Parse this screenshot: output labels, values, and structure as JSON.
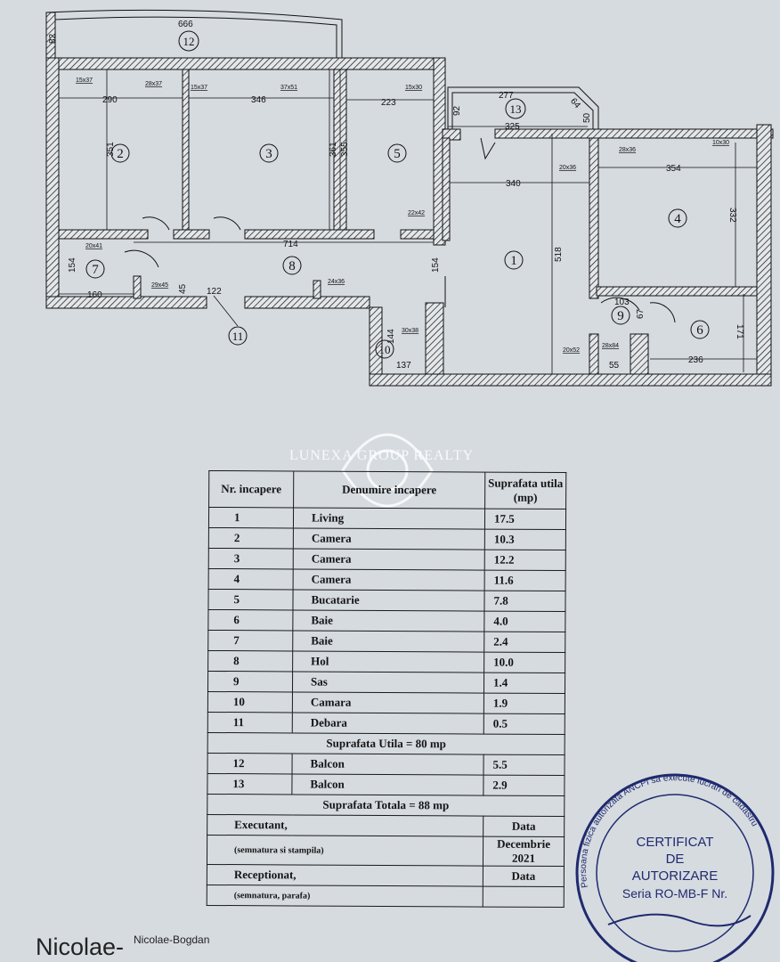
{
  "plan": {
    "rooms": [
      "1",
      "2",
      "3",
      "4",
      "5",
      "6",
      "7",
      "8",
      "9",
      "10",
      "11",
      "12",
      "13"
    ],
    "dimensions": {
      "balcony12_width": "666",
      "balcony12_depth": "82",
      "room2_width": "290",
      "room2_height": "351",
      "room3_width": "346",
      "room3_height": "361",
      "room5_width": "223",
      "room5_height": "355",
      "hall_width": "714",
      "hall_height_left": "154",
      "hall_height_right": "154",
      "room7_width": "160",
      "room7_height": "154",
      "room11_width": "122",
      "room11_height": "45",
      "room10_width": "137",
      "room10_height": "144",
      "balcony13_width": "277",
      "balcony13_inner": "325",
      "balcony13_depth": "92",
      "balcony13_diag": "64",
      "balcony13_side": "50",
      "living_width": "340",
      "living_height": "518",
      "room4_width": "354",
      "room4_height": "332",
      "room9_width": "103",
      "room9_height": "67",
      "room6_width": "236",
      "room6_height": "171",
      "niche_width": "55"
    },
    "pillars": [
      "15x37",
      "28x37",
      "15x37",
      "37x51",
      "15x30",
      "22x42",
      "20x41",
      "29x45",
      "24x36",
      "30x38",
      "20x36",
      "28x36",
      "10x30",
      "20x52",
      "28x84"
    ]
  },
  "table": {
    "headers": {
      "nr": "Nr. incapere",
      "name": "Denumire incapere",
      "area": "Suprafata utila (mp)"
    },
    "rows": [
      {
        "nr": "1",
        "name": "Living",
        "area": "17.5"
      },
      {
        "nr": "2",
        "name": "Camera",
        "area": "10.3"
      },
      {
        "nr": "3",
        "name": "Camera",
        "area": "12.2"
      },
      {
        "nr": "4",
        "name": "Camera",
        "area": "11.6"
      },
      {
        "nr": "5",
        "name": "Bucatarie",
        "area": "7.8"
      },
      {
        "nr": "6",
        "name": "Baie",
        "area": "4.0"
      },
      {
        "nr": "7",
        "name": "Baie",
        "area": "2.4"
      },
      {
        "nr": "8",
        "name": "Hol",
        "area": "10.0"
      },
      {
        "nr": "9",
        "name": "Sas",
        "area": "1.4"
      },
      {
        "nr": "10",
        "name": "Camara",
        "area": "1.9"
      },
      {
        "nr": "11",
        "name": "Debara",
        "area": "0.5"
      }
    ],
    "useful_total": "Suprafata Utila = 80 mp",
    "balconies": [
      {
        "nr": "12",
        "name": "Balcon",
        "area": "5.5"
      },
      {
        "nr": "13",
        "name": "Balcon",
        "area": "2.9"
      }
    ],
    "grand_total": "Suprafata Totala = 88 mp",
    "executant": "Executant,",
    "executant_sign": "(semnatura si stampila)",
    "date_label": "Data",
    "date_value": "Decembrie 2021",
    "receptionat": "Receptionat,",
    "receptionat_sign": "(semnatura, parafa)",
    "date_label2": "Data"
  },
  "watermark": "LUNEXA GROUP REALTY",
  "signature": {
    "name_large": "Nicolae-",
    "name_small": "Nicolae-Bogdan"
  },
  "stamp": {
    "line1": "CERTIFICAT",
    "line2": "DE",
    "line3": "AUTORIZARE",
    "line4": "Seria RO-MB-F Nr.",
    "arc": "Persoana fizica autorizata ANCPI sa execute lucrari de cadastru"
  },
  "colors": {
    "paper": "#d6dbe0",
    "ink": "#111111",
    "stamp": "#1f2a6e"
  }
}
